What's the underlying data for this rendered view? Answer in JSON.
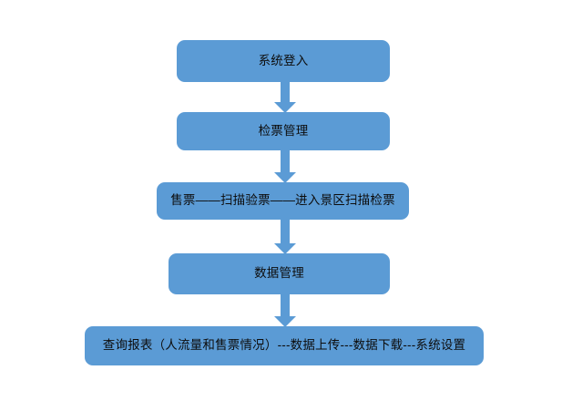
{
  "diagram": {
    "title": "",
    "background_color": "#FFFFFF",
    "node_color": "#5B9BD5",
    "node_text_color": "#0D0D0D",
    "arrow_color": "#5B9BD5",
    "nodes": [
      {
        "id": "node-1",
        "label": "系统登入",
        "order": 1
      },
      {
        "id": "node-2",
        "label": "检票管理",
        "order": 2
      },
      {
        "id": "node-3",
        "label": "售票——扫描验票——进入景区扫描检票",
        "order": 3
      },
      {
        "id": "node-4",
        "label": "数据管理",
        "order": 4
      },
      {
        "id": "node-5",
        "label": "查询报表（人流量和售票情况）---数据上传---数据下载---系统设置",
        "order": 5
      }
    ],
    "connectors": [
      {
        "id": "arrow-1",
        "from": "node-1",
        "to": "node-2",
        "type": "down-block-arrow"
      },
      {
        "id": "arrow-2",
        "from": "node-2",
        "to": "node-3",
        "type": "down-block-arrow"
      },
      {
        "id": "arrow-3",
        "from": "node-3",
        "to": "node-4",
        "type": "down-block-arrow"
      },
      {
        "id": "arrow-4",
        "from": "node-4",
        "to": "node-5",
        "type": "down-block-arrow"
      }
    ]
  }
}
